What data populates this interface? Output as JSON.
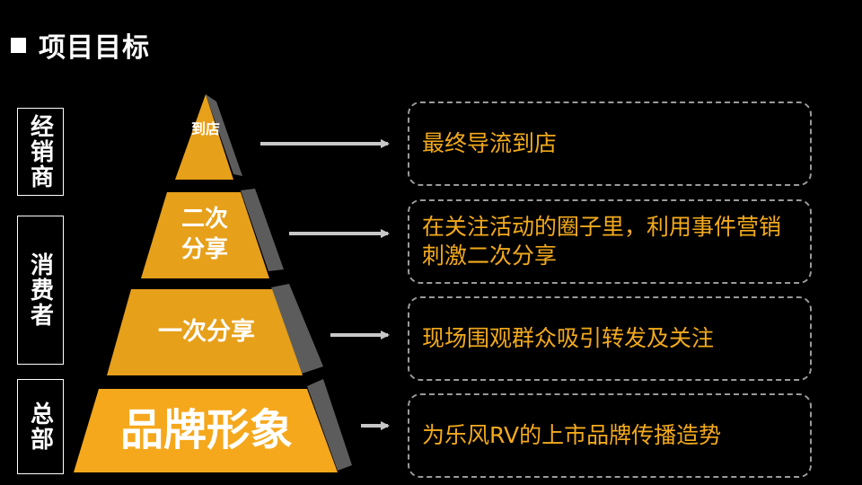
{
  "header": {
    "title": "项目目标"
  },
  "side_labels": [
    {
      "text": "经销商"
    },
    {
      "text": "消费者"
    },
    {
      "text": "总部"
    }
  ],
  "pyramid": {
    "tiers": [
      {
        "label": "到店",
        "description": "最终导流到店"
      },
      {
        "label": "二次分享",
        "description": "在关注活动的圈子里，利用事件营销刺激二次分享"
      },
      {
        "label": "一次分享",
        "description": "现场围观群众吸引转发及关注"
      },
      {
        "label": "品牌形象",
        "description": "为乐风RV的上市品牌传播造势"
      }
    ]
  },
  "colors": {
    "background": "#000000",
    "tier_fill": "#e7a01a",
    "tier_side": "#5c5c5c",
    "arrow": "#c8c8c8",
    "description_text": "#f3aa1c",
    "box_border": "#9a9a9a"
  }
}
